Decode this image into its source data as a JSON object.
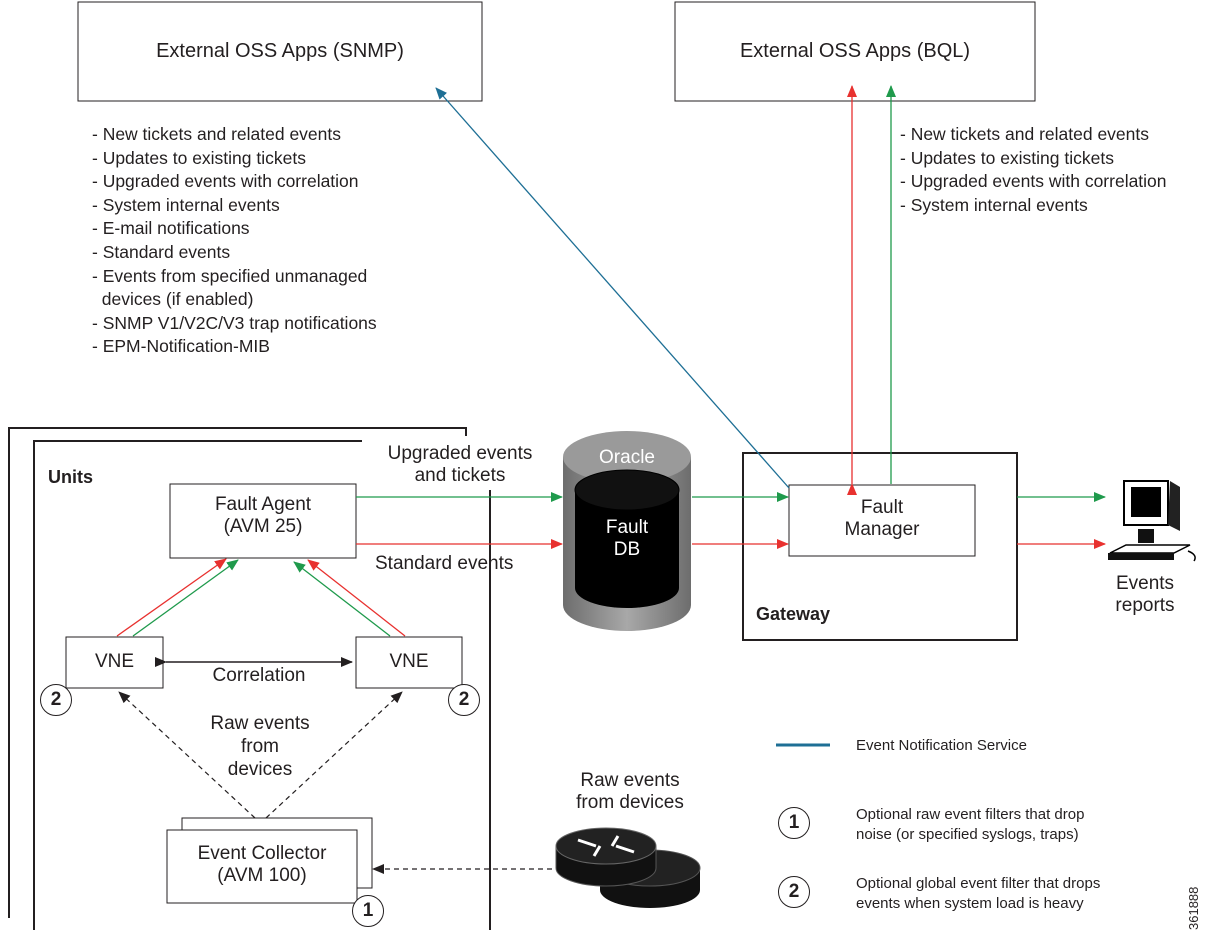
{
  "external_snmp": "External OSS Apps (SNMP)",
  "external_bql": "External OSS Apps (BQL)",
  "snmp_bullets": [
    "- New tickets and related events",
    "- Updates to existing tickets",
    "- Upgraded events with correlation",
    "- System internal events",
    "- E-mail notifications",
    "- Standard events",
    "- Events from specified unmanaged",
    "  devices (if enabled)",
    "- SNMP V1/V2C/V3 trap notifications",
    "- EPM-Notification-MIB"
  ],
  "bql_bullets": [
    "- New tickets and related events",
    "- Updates to existing tickets",
    "- Upgraded events with correlation",
    "- System internal events"
  ],
  "units_label": "Units",
  "fault_agent": [
    "Fault Agent",
    "(AVM 25)"
  ],
  "upgraded_label": [
    "Upgraded events",
    "and tickets"
  ],
  "standard_label": "Standard events",
  "oracle_label": "Oracle",
  "fault_db": [
    "Fault",
    "DB"
  ],
  "fault_manager": [
    "Fault",
    "Manager"
  ],
  "gateway_label": "Gateway",
  "events_reports": [
    "Events",
    "reports"
  ],
  "vne_label": "VNE",
  "correlation_label": "Correlation",
  "raw_inside": [
    "Raw events",
    "from",
    "devices"
  ],
  "event_collector": [
    "Event Collector",
    "(AVM 100)"
  ],
  "raw_outside": [
    "Raw events",
    "from devices"
  ],
  "badge_1": "1",
  "badge_2": "2",
  "legend": {
    "ens": "Event Notification Service",
    "filter1": [
      "Optional raw event filters that drop",
      "noise (or specified syslogs, traps)"
    ],
    "filter2": [
      "Optional global event filter that drops",
      "events when system load is heavy"
    ]
  },
  "figure_id": "361888",
  "colors": {
    "red": "#e8312f",
    "green": "#1f9a4c",
    "blue": "#1e6f95"
  }
}
